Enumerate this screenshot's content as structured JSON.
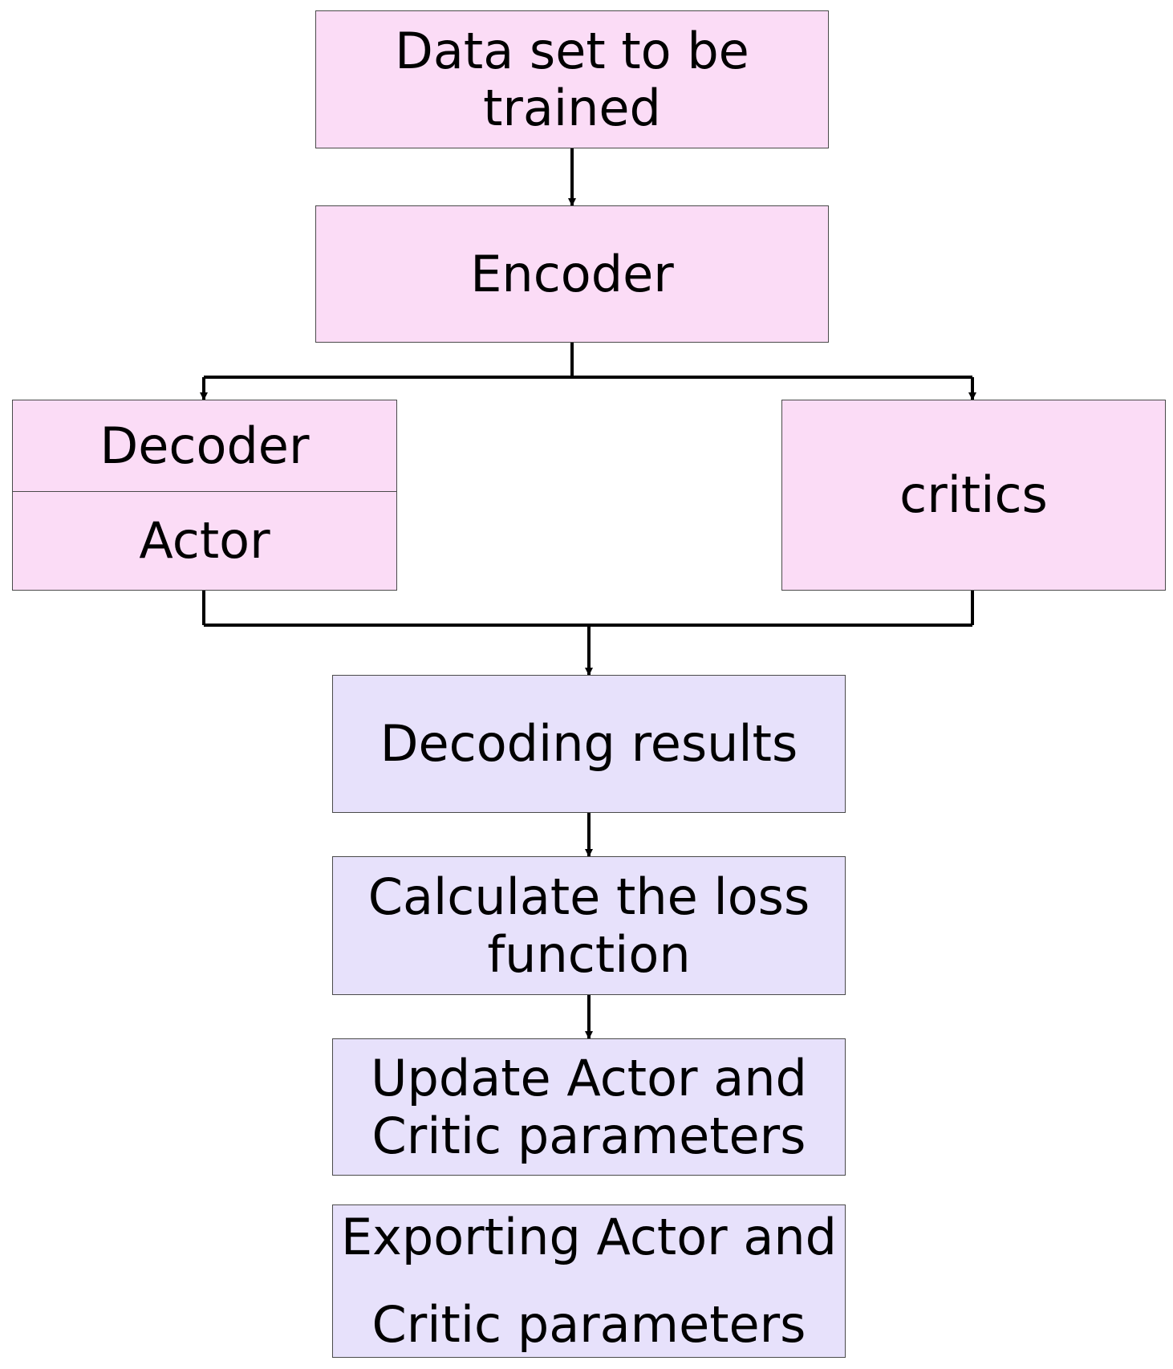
{
  "nodes": {
    "dataset": {
      "lines": [
        "Data set to be",
        "trained"
      ],
      "color": "#fbdcf6"
    },
    "encoder": {
      "label": "Encoder",
      "color": "#fbdcf6"
    },
    "decoder": {
      "label": "Decoder",
      "color": "#fbdcf6"
    },
    "actor": {
      "label": "Actor",
      "color": "#fbdcf6"
    },
    "critics": {
      "label": "critics",
      "color": "#fbdcf6"
    },
    "decoding_results": {
      "label": "Decoding results",
      "color": "#e7e1fb"
    },
    "loss": {
      "lines": [
        "Calculate the loss",
        "function"
      ],
      "color": "#e7e1fb"
    },
    "update": {
      "lines": [
        "Update Actor and",
        "Critic parameters"
      ],
      "color": "#e7e1fb"
    },
    "export": {
      "lines": [
        "Exporting Actor and",
        "Critic parameters"
      ],
      "color": "#e7e1fb"
    }
  },
  "edges": [
    {
      "from": "dataset",
      "to": "encoder"
    },
    {
      "from": "encoder",
      "to": "decoder"
    },
    {
      "from": "encoder",
      "to": "critics"
    },
    {
      "from": "actor",
      "to": "decoding_results"
    },
    {
      "from": "critics",
      "to": "decoding_results"
    },
    {
      "from": "decoding_results",
      "to": "loss"
    },
    {
      "from": "loss",
      "to": "update"
    }
  ]
}
